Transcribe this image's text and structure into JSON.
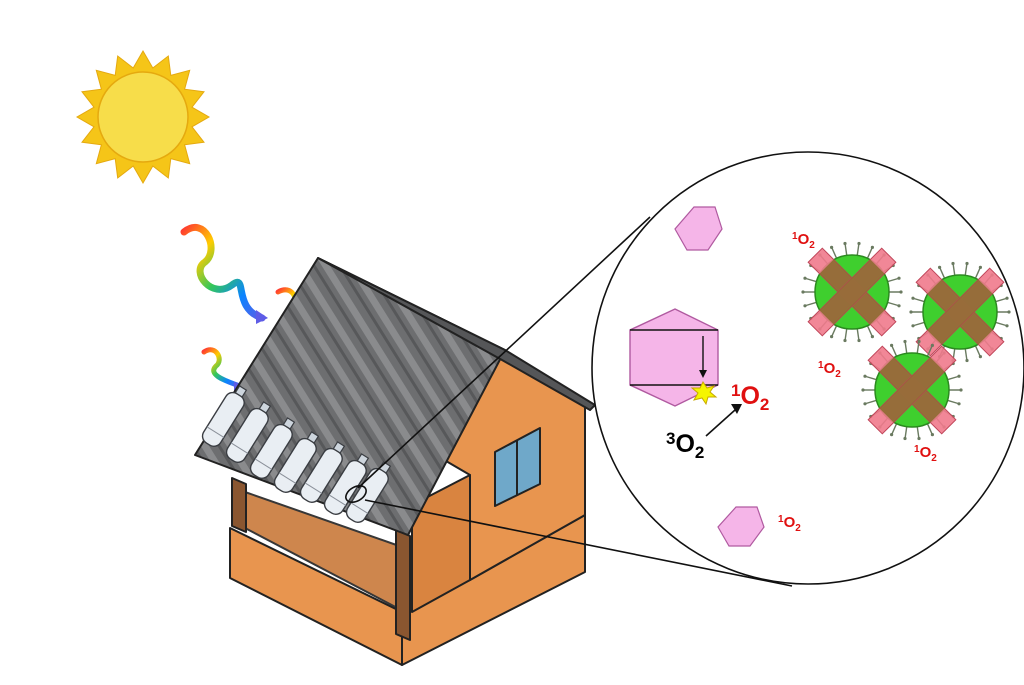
{
  "colors": {
    "sun": "#f5c518",
    "sun_inner": "#f7dd4a",
    "roof": "#6d6e70",
    "wall": "#e8954f",
    "wall_dark": "#b86a2c",
    "photosensitizer": "#f5b5e8",
    "virus": "#3fcf2e",
    "cross": "#f07a8c",
    "singlet_oxygen_text": "#e01010",
    "triplet_oxygen_text": "#000000"
  },
  "labels": {
    "singlet_o2_big": {
      "sup": "1",
      "main": "O",
      "sub": "2"
    },
    "triplet_o2": {
      "sup": "3",
      "main": "O",
      "sub": "2"
    },
    "singlet_o2_small_1": {
      "sup": "1",
      "main": "O",
      "sub": "2"
    },
    "singlet_o2_small_2": {
      "sup": "1",
      "main": "O",
      "sub": "2"
    },
    "singlet_o2_small_3": {
      "sup": "1",
      "main": "O",
      "sub": "2"
    },
    "singlet_o2_small_4": {
      "sup": "1",
      "main": "O",
      "sub": "2"
    }
  },
  "icons": [
    "sun-icon",
    "light-wave-icon",
    "house-icon",
    "bottle-icon",
    "hexagon-icon",
    "virus-icon",
    "spark-icon"
  ]
}
